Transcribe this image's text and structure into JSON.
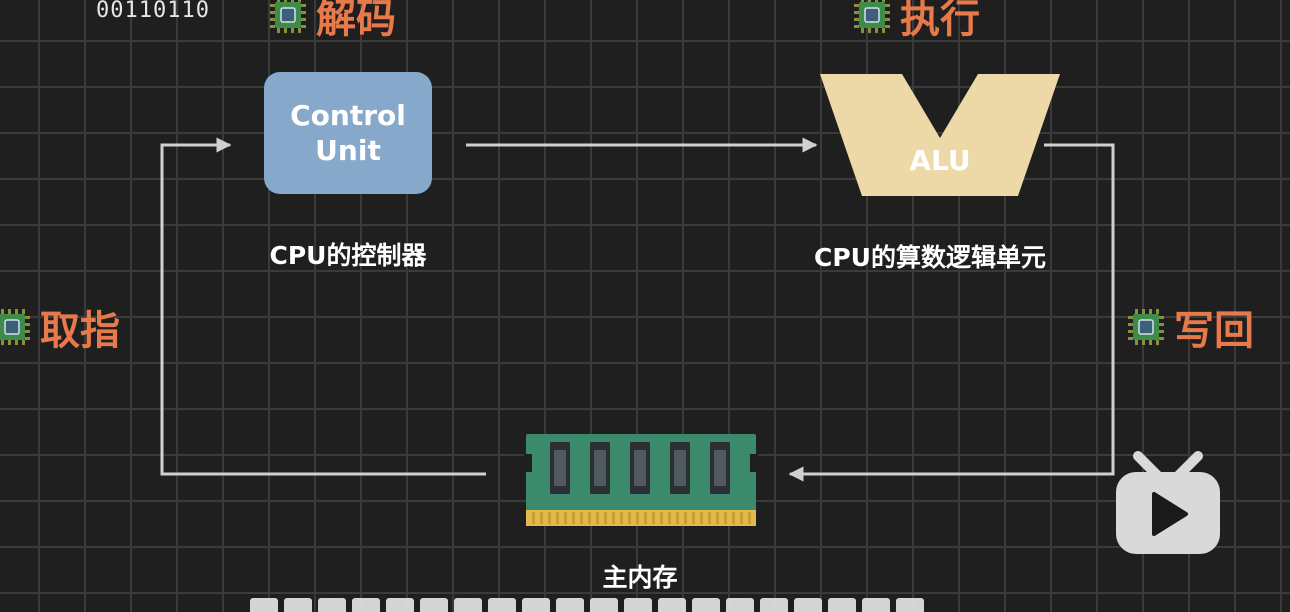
{
  "top_left_text": "00110110",
  "stages": {
    "decode": "解码",
    "execute": "执行",
    "fetch": "取指",
    "writeback": "写回"
  },
  "blocks": {
    "control_unit": {
      "text_line1": "Control",
      "text_line2": "Unit",
      "caption": "CPU的控制器",
      "color": "#86a9cb"
    },
    "alu": {
      "text": "ALU",
      "caption": "CPU的算数逻辑单元",
      "color": "#ecd9a7"
    },
    "memory": {
      "caption": "主内存",
      "pcb_color": "#3b8a6b",
      "pin_color": "#e2b94a"
    }
  },
  "colors": {
    "background": "#1f1f1f",
    "grid": "#3a3a3a",
    "stage_text": "#e8794a",
    "arrow": "#d0d0d0"
  },
  "icons": [
    "chip-icon",
    "bilibili-logo-icon"
  ]
}
